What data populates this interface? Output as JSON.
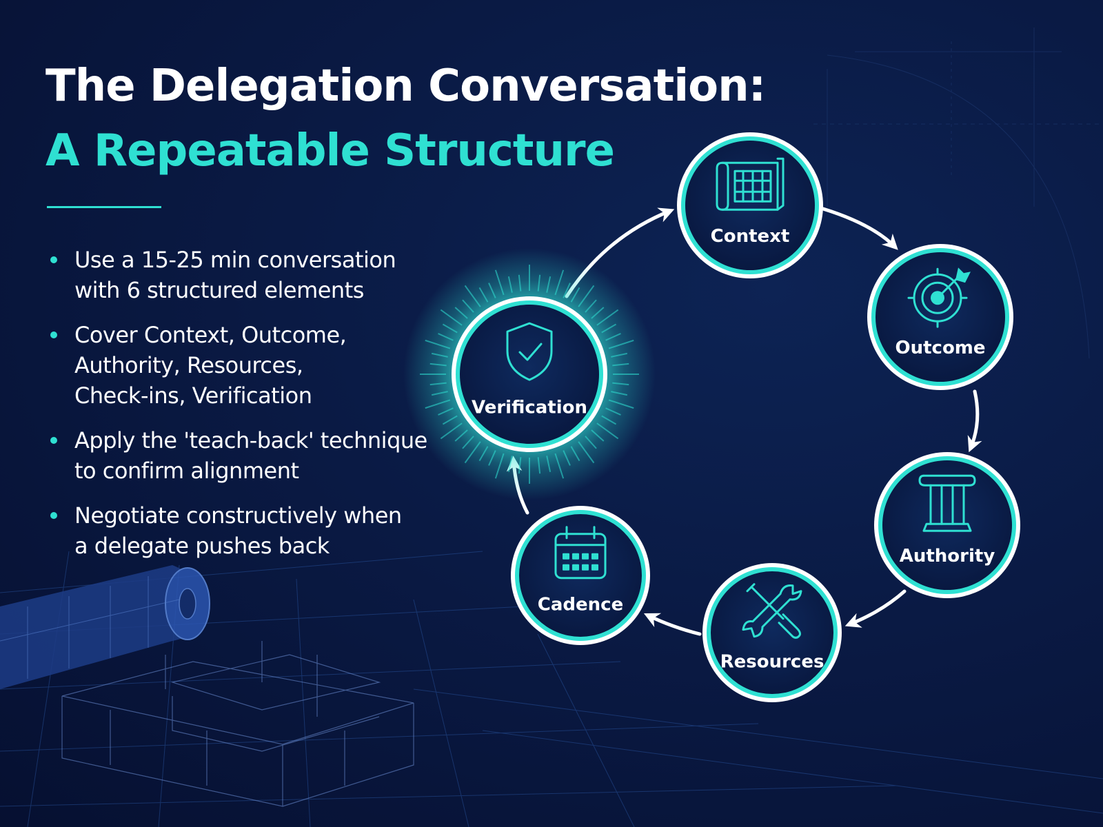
{
  "title": {
    "line1": "The Delegation Conversation:",
    "line2": "A Repeatable Structure"
  },
  "bullets": [
    {
      "lines": [
        "Use a 15-25 min conversation",
        "with 6 structured elements"
      ]
    },
    {
      "lines": [
        "Cover Context, Outcome,",
        "Authority, Resources,",
        "Check-ins, Verification"
      ]
    },
    {
      "lines": [
        "Apply the 'teach-back' technique",
        "to confirm alignment"
      ]
    },
    {
      "lines": [
        "Negotiate constructively when",
        "a delegate pushes back"
      ]
    }
  ],
  "cycle": {
    "nodes": [
      {
        "id": "context",
        "label": "Context",
        "icon": "blueprint-icon"
      },
      {
        "id": "outcome",
        "label": "Outcome",
        "icon": "target-icon"
      },
      {
        "id": "authority",
        "label": "Authority",
        "icon": "pillar-icon"
      },
      {
        "id": "resources",
        "label": "Resources",
        "icon": "tools-icon"
      },
      {
        "id": "cadence",
        "label": "Cadence",
        "icon": "calendar-icon"
      },
      {
        "id": "verification",
        "label": "Verification",
        "icon": "shield-check-icon",
        "highlighted": true
      }
    ]
  },
  "colors": {
    "accent": "#2fe0d2",
    "background": "#0a1a44",
    "text": "#ffffff"
  }
}
